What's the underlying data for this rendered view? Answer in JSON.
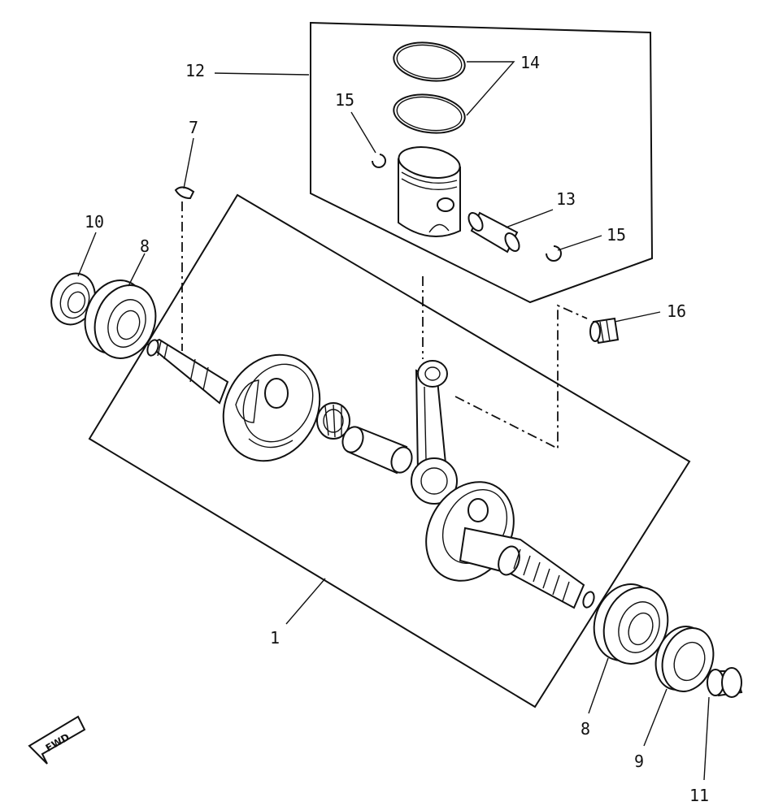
{
  "labels": {
    "l1": "1",
    "l7": "7",
    "l8a": "8",
    "l8b": "8",
    "l9": "9",
    "l10": "10",
    "l11": "11",
    "l12": "12",
    "l13": "13",
    "l14": "14",
    "l15a": "15",
    "l15b": "15",
    "l16": "16"
  },
  "fwd_badge": "FWD"
}
